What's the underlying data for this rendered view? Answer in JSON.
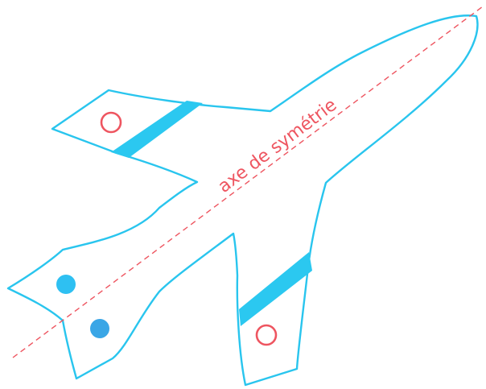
{
  "diagram": {
    "axis_label": "axe de symétrie",
    "colors": {
      "outline": "#29c5ee",
      "stripe": "#2bc8f0",
      "axis": "#ee5560",
      "ring": "#ee5560",
      "dot": "#2ec0f2",
      "dot_lower": "#3aa6e6"
    },
    "icons": [
      "airplane-outline",
      "window-ring",
      "window-dot"
    ]
  }
}
